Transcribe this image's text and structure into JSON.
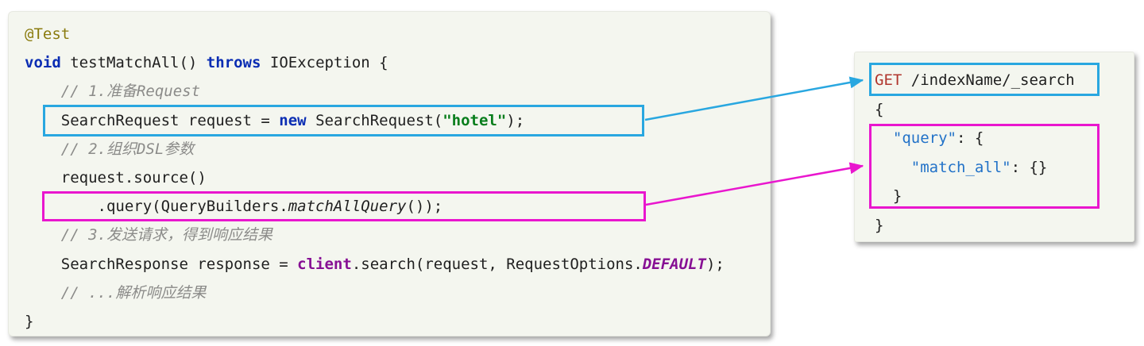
{
  "colors": {
    "page_background": "#ffffff",
    "panel_background": "#f4f6ef",
    "highlight_blue": "#29a7e0",
    "highlight_magenta": "#e916ce",
    "annotation": "#8a7b0e",
    "keyword": "#0a2db3",
    "string": "#077d1b",
    "comment": "#8b8b89",
    "field": "#871094",
    "constant": "#871094",
    "http_method": "#b1362e",
    "json_key": "#2272c8",
    "plain_text": "#1f1f1f"
  },
  "left_panel": {
    "language": "java",
    "lines": [
      {
        "tokens": [
          {
            "text": "@Test",
            "style": "annotation"
          }
        ]
      },
      {
        "tokens": [
          {
            "text": "void",
            "style": "keyword"
          },
          {
            "text": " testMatchAll() "
          },
          {
            "text": "throws",
            "style": "keyword"
          },
          {
            "text": " IOException {"
          }
        ]
      },
      {
        "tokens": [
          {
            "text": "    "
          },
          {
            "text": "// 1.准备Request",
            "style": "comment"
          }
        ]
      },
      {
        "tokens": [
          {
            "text": "    SearchRequest request = "
          },
          {
            "text": "new",
            "style": "keyword"
          },
          {
            "text": " SearchRequest("
          },
          {
            "text": "\"hotel\"",
            "style": "string"
          },
          {
            "text": ");"
          }
        ]
      },
      {
        "tokens": [
          {
            "text": "    "
          },
          {
            "text": "// 2.组织DSL参数",
            "style": "comment"
          }
        ]
      },
      {
        "tokens": [
          {
            "text": "    request.source()"
          }
        ]
      },
      {
        "tokens": [
          {
            "text": "        .query(QueryBuilders."
          },
          {
            "text": "matchAllQuery",
            "style": "static-method"
          },
          {
            "text": "());"
          }
        ]
      },
      {
        "tokens": [
          {
            "text": "    "
          },
          {
            "text": "// 3.发送请求，得到响应结果",
            "style": "comment"
          }
        ]
      },
      {
        "tokens": [
          {
            "text": "    SearchResponse response = "
          },
          {
            "text": "client",
            "style": "field"
          },
          {
            "text": ".search(request, RequestOptions."
          },
          {
            "text": "DEFAULT",
            "style": "constant"
          },
          {
            "text": ");"
          }
        ]
      },
      {
        "tokens": [
          {
            "text": "    "
          },
          {
            "text": "// ...解析响应结果",
            "style": "comment"
          }
        ]
      },
      {
        "tokens": [
          {
            "text": "}"
          }
        ]
      }
    ]
  },
  "right_panel": {
    "language": "elasticsearch-dsl",
    "lines": [
      {
        "tokens": [
          {
            "text": "GET",
            "style": "http-method"
          },
          {
            "text": " /indexName/_search"
          }
        ]
      },
      {
        "tokens": [
          {
            "text": "{"
          }
        ]
      },
      {
        "tokens": [
          {
            "text": "  "
          },
          {
            "text": "\"query\"",
            "style": "json-key"
          },
          {
            "text": ": {"
          }
        ]
      },
      {
        "tokens": [
          {
            "text": "    "
          },
          {
            "text": "\"match_all\"",
            "style": "json-key"
          },
          {
            "text": ": {}"
          }
        ]
      },
      {
        "tokens": [
          {
            "text": "  }"
          }
        ]
      },
      {
        "tokens": [
          {
            "text": "}"
          }
        ]
      }
    ]
  }
}
